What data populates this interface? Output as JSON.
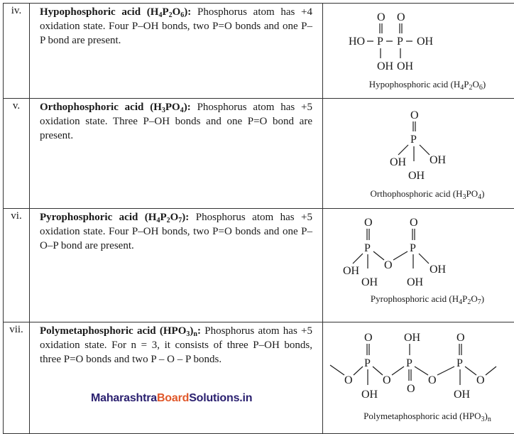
{
  "rows": [
    {
      "num": "iv.",
      "name": "Hypophosphoric acid",
      "formula_html": "(H<sub>4</sub>P<sub>2</sub>O<sub>6</sub>):",
      "text": "Phosphorus atom has +4 oxidation state. Four P–OH bonds, two P=O bonds and one P–P bond are present.",
      "caption_html": "Hypophosphoric acid (H<sub>4</sub>P<sub>2</sub>O<sub>6</sub>)"
    },
    {
      "num": "v.",
      "name": "Orthophosphoric acid",
      "formula_html": "(H<sub>3</sub>PO<sub>4</sub>):",
      "text": "Phosphorus atom has +5 oxidation state. Three P–OH bonds and one P=O bond are present.",
      "caption_html": "Orthophosphoric acid (H<sub>3</sub>PO<sub>4</sub>)"
    },
    {
      "num": "vi.",
      "name": "Pyrophosphoric acid",
      "formula_html": "(H<sub>4</sub>P<sub>2</sub>O<sub>7</sub>):",
      "text": "Phosphorus atom has +5 oxidation state. Four P–OH bonds, two P=O bonds and one P–O–P bond are present.",
      "caption_html": "Pyrophosphoric acid (H<sub>4</sub>P<sub>2</sub>O<sub>7</sub>)"
    },
    {
      "num": "vii.",
      "name": "Polymetaphosphoric acid",
      "formula_html": "(HPO<sub>3</sub>)<sub>n</sub>:",
      "text": "Phosphorus atom has +5 oxidation state. For n = 3, it consists of three P–OH bonds, three P=O bonds and two P – O – P bonds.",
      "caption_html": "Polymetaphosphoric acid (HPO<sub>3</sub>)<sub>n</sub>"
    }
  ],
  "atoms": {
    "O": "O",
    "P": "P",
    "HO": "HO",
    "OH": "OH",
    "bond": "–"
  },
  "watermark": {
    "part1": "Maharashtra",
    "part2": "Board",
    "part3": "Solutions",
    "tld": ".in"
  }
}
